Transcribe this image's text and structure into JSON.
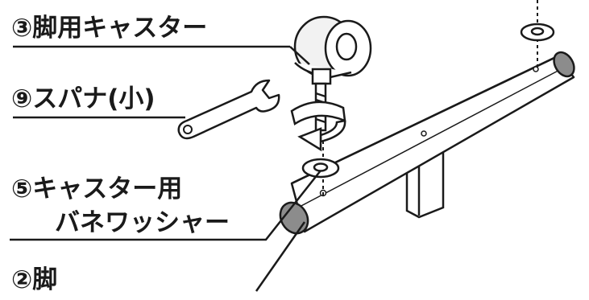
{
  "labels": {
    "caster": "③脚用キャスター",
    "spanner": "⑨スパナ(小)",
    "washer_line1": "⑤キャスター用",
    "washer_line2": "バネワッシャー",
    "leg": "②脚"
  },
  "colors": {
    "ink": "#1a1a1a",
    "paper": "#ffffff",
    "cap": "#8c8c8c",
    "shade": "#f2f2f2"
  }
}
